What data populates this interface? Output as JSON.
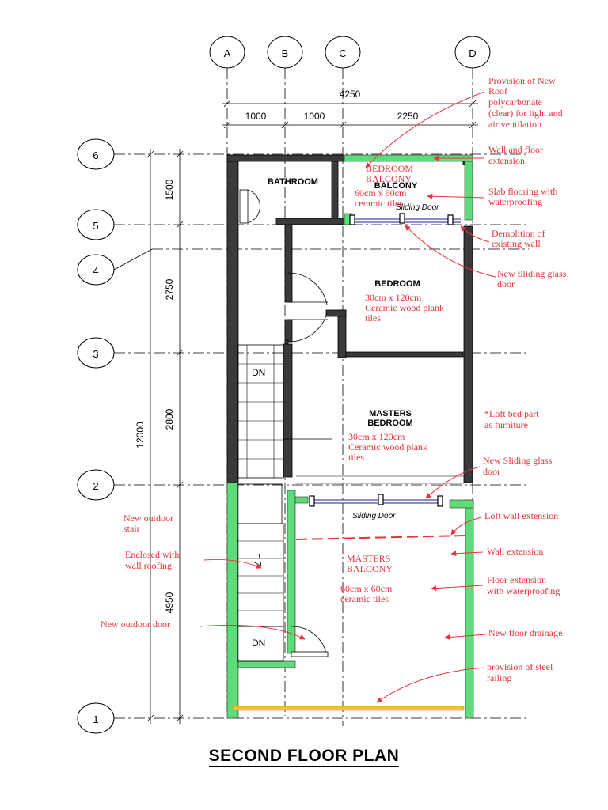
{
  "title": "SECOND FLOOR PLAN",
  "grid_columns": [
    "A",
    "B",
    "C",
    "D"
  ],
  "grid_rows": [
    "6",
    "5",
    "4",
    "3",
    "2",
    "1"
  ],
  "dimensions": {
    "total_width": "4250",
    "col_widths": [
      "1000",
      "1000",
      "2250"
    ],
    "total_depth": "12000",
    "row_depths": [
      "1500",
      "2750",
      "2800",
      "4950"
    ]
  },
  "rooms": {
    "bathroom": "BATHROOM",
    "balcony": "BALCONY",
    "bedroom": "BEDROOM",
    "masters_bedroom_1": "MASTERS",
    "masters_bedroom_2": "BEDROOM",
    "dn_upper": "DN",
    "dn_lower": "DN"
  },
  "door_labels": {
    "sliding_door_top": "Sliding Door",
    "sliding_door_bottom": "Sliding Door"
  },
  "room_notes": {
    "bedroom_balcony_1": "BEDROOM",
    "bedroom_balcony_2": "BALCONY",
    "balcony_tiles_1": "60cm x 60cm",
    "balcony_tiles_2": "ceramic tiles",
    "bedroom_tiles_1": "30cm x 120cm",
    "bedroom_tiles_2": "Ceramic wood plank",
    "bedroom_tiles_3": "tiles",
    "master_tiles_1": "30cm x 120cm",
    "master_tiles_2": "Ceramic wood plank",
    "master_tiles_3": "tiles",
    "master_balcony_1": "MASTERS",
    "master_balcony_2": "BALCONY",
    "master_balcony_tiles_1": "60cm x 60cm",
    "master_balcony_tiles_2": "ceramic tiles"
  },
  "annotations": {
    "roof_1": "Provision of New",
    "roof_2": "Roof",
    "roof_3": "polycarbonate",
    "roof_4": "(clear) for light and",
    "roof_5": "air ventilation",
    "wall_floor_1": "Wall and floor",
    "wall_floor_2": "extension",
    "slab_1": "Slab flooring with",
    "slab_2": "waterproofing",
    "demolition_1": "Demolition of",
    "demolition_2": "existing wall",
    "sliding_glass_top_1": "New Sliding glass",
    "sliding_glass_top_2": "door",
    "loft_bed_1": "*Loft bed part",
    "loft_bed_2": "as furniture",
    "sliding_glass_mid_1": "New Sliding glass",
    "sliding_glass_mid_2": "door",
    "loft_wall": "Loft wall extension",
    "wall_extension": "Wall extension",
    "floor_ext_1": "Floor extension",
    "floor_ext_2": "with waterproofing",
    "drainage": "New floor drainage",
    "railing_1": "provision of steel",
    "railing_2": "railing",
    "outdoor_stair_1": "New outdoor",
    "outdoor_stair_2": "stair",
    "enclosed_1": "Enclosed with",
    "enclosed_2": "wall roofing",
    "outdoor_door": "New outdoor door"
  },
  "colors": {
    "wall": "#3a3a3a",
    "new_wall": "#5fdc7a",
    "annotation": "#e8323a",
    "railing": "#f2c230"
  }
}
